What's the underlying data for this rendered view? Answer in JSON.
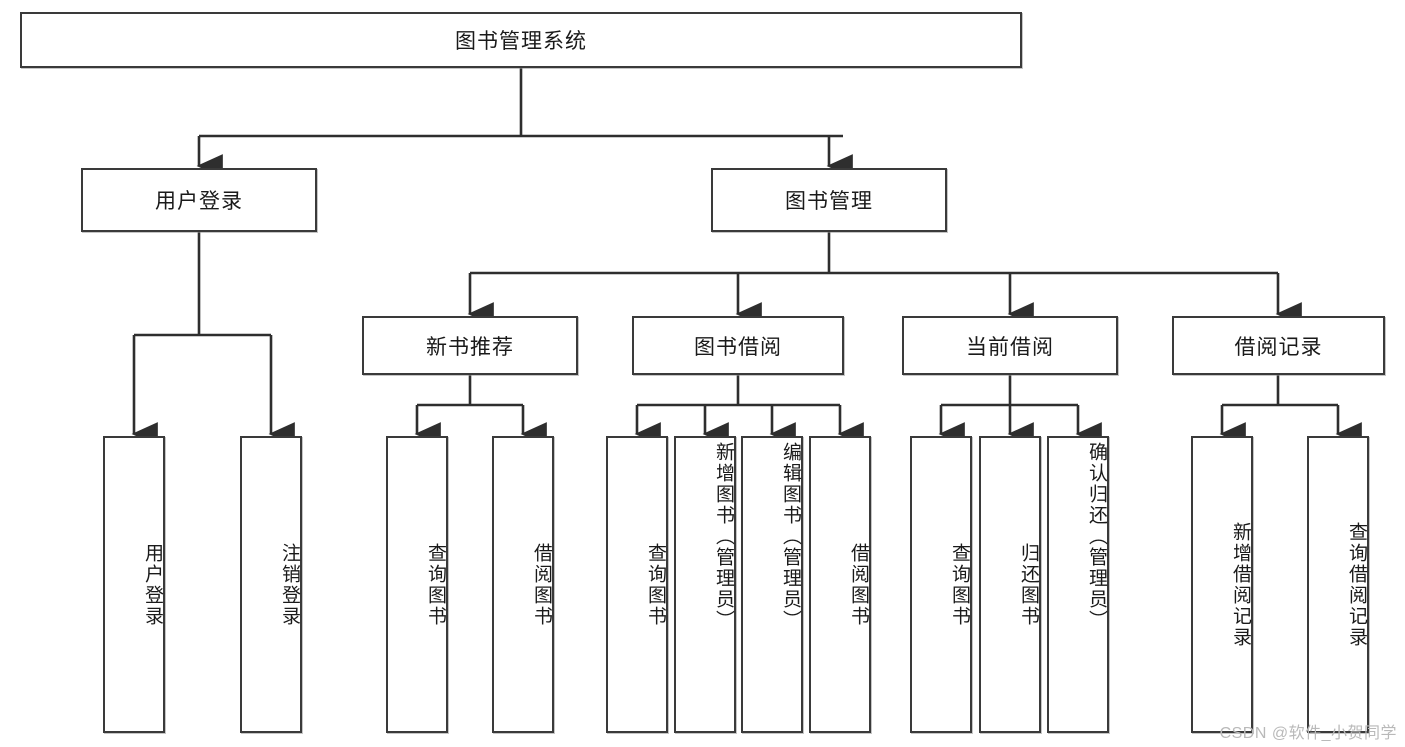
{
  "diagram": {
    "type": "tree-hierarchy",
    "title": "图书管理系统",
    "watermark": "CSDN @软件_小贺同学",
    "colors": {
      "box_border": "#3a3a3a",
      "box_fill": "#ffffff",
      "connector": "#2e2e2e",
      "text": "#1a1a1a",
      "watermark": "#b9b9b9"
    },
    "levels": {
      "root": {
        "label": "图书管理系统"
      },
      "level2": [
        {
          "id": "user-login",
          "label": "用户登录"
        },
        {
          "id": "book-manage",
          "label": "图书管理"
        }
      ],
      "level3": [
        {
          "id": "new-book-recommend",
          "label": "新书推荐",
          "parent": "book-manage"
        },
        {
          "id": "book-borrow",
          "label": "图书借阅",
          "parent": "book-manage"
        },
        {
          "id": "current-borrow",
          "label": "当前借阅",
          "parent": "book-manage"
        },
        {
          "id": "borrow-record",
          "label": "借阅记录",
          "parent": "book-manage"
        }
      ],
      "leaves": {
        "user-login": [
          {
            "id": "leaf-user-login",
            "label": "用户登录"
          },
          {
            "id": "leaf-logout-login",
            "label": "注销登录"
          }
        ],
        "new-book-recommend": [
          {
            "id": "leaf-query-book-1",
            "label": "查询图书"
          },
          {
            "id": "leaf-borrow-book-1",
            "label": "借阅图书"
          }
        ],
        "book-borrow": [
          {
            "id": "leaf-query-book-2",
            "label": "查询图书"
          },
          {
            "id": "leaf-add-book",
            "label": "新增图书（管理员）"
          },
          {
            "id": "leaf-edit-book",
            "label": "编辑图书（管理员）"
          },
          {
            "id": "leaf-borrow-book-2",
            "label": "借阅图书"
          }
        ],
        "current-borrow": [
          {
            "id": "leaf-query-book-3",
            "label": "查询图书"
          },
          {
            "id": "leaf-return-book",
            "label": "归还图书"
          },
          {
            "id": "leaf-confirm-return",
            "label": "确认归还（管理员）"
          }
        ],
        "borrow-record": [
          {
            "id": "leaf-add-borrow-record",
            "label": "新增借阅记录"
          },
          {
            "id": "leaf-query-borrow-record",
            "label": "查询借阅记录"
          }
        ]
      }
    }
  }
}
